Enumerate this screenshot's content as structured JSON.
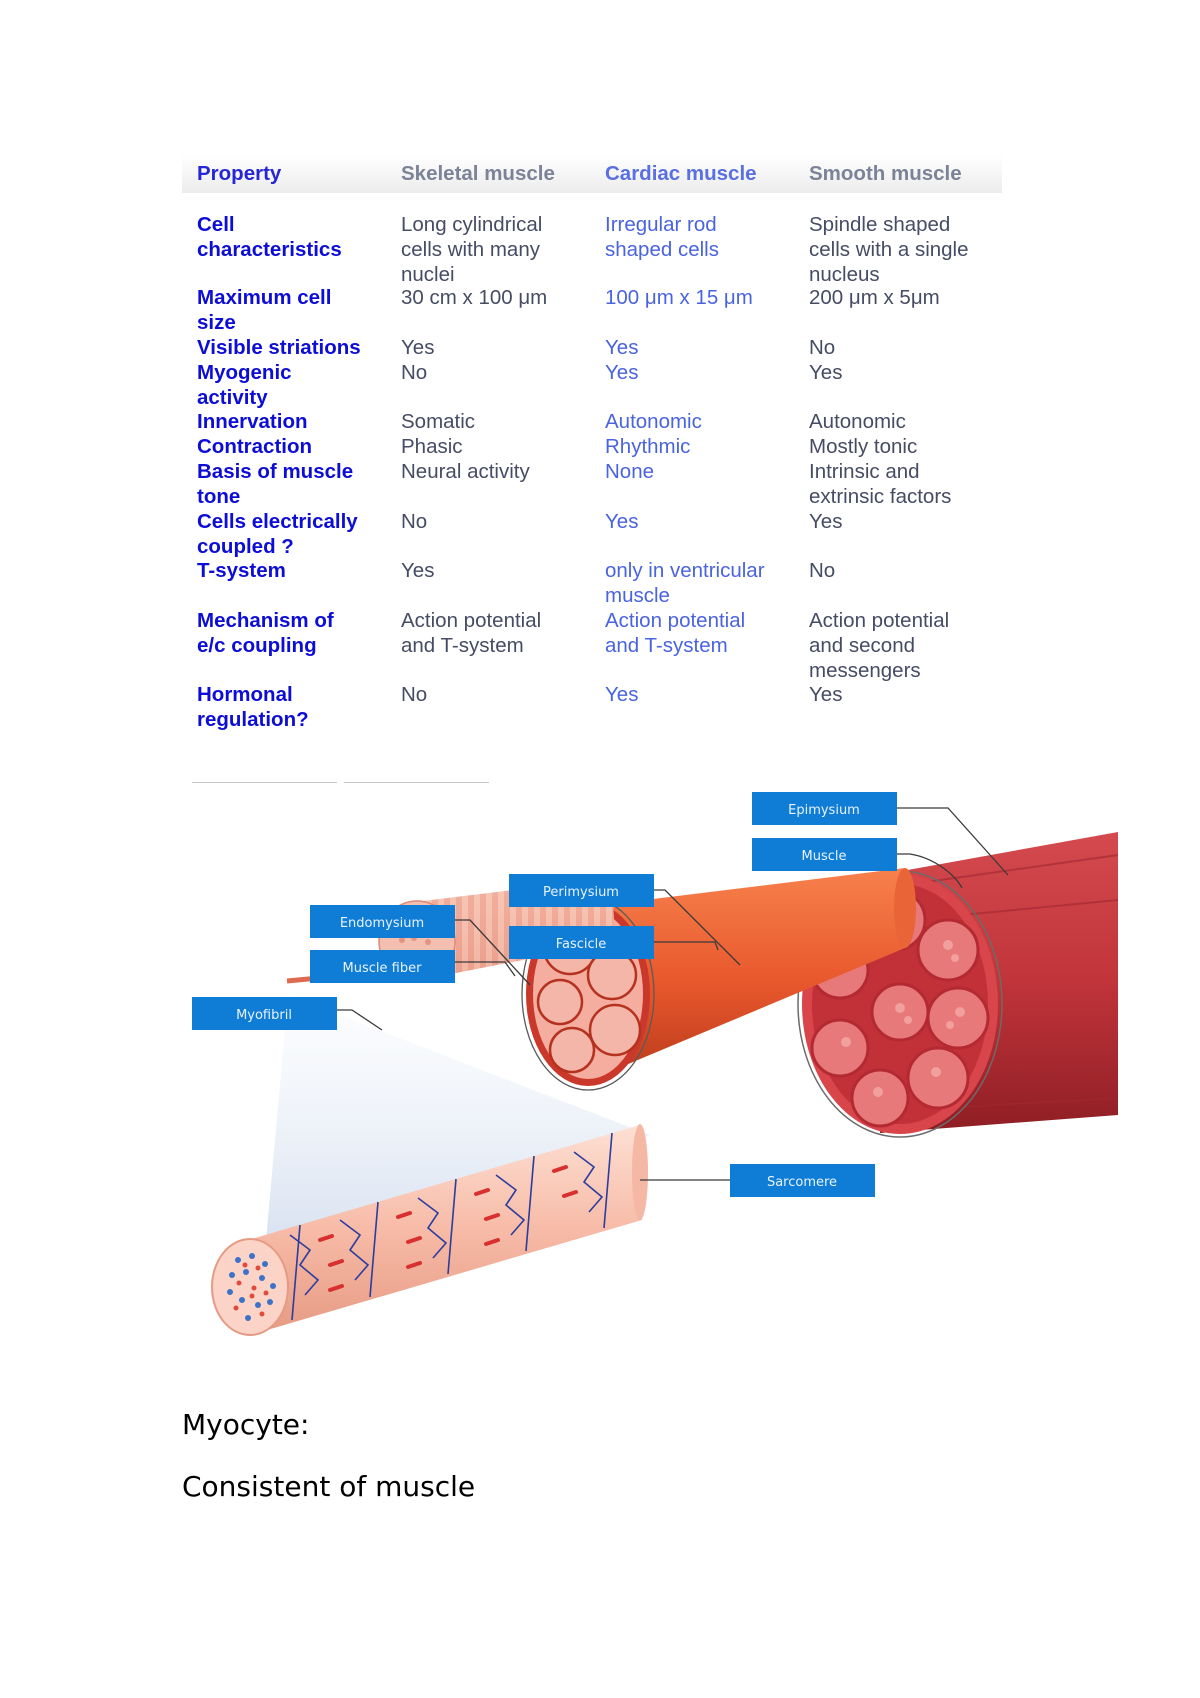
{
  "table": {
    "headers": [
      "Property",
      "Skeletal muscle",
      "Cardiac muscle",
      "Smooth muscle"
    ],
    "rows": [
      {
        "property": "Cell\ncharacteristics",
        "skeletal": "Long cylindrical\ncells with many\nnuclei",
        "cardiac": "Irregular rod\nshaped cells",
        "smooth": "Spindle shaped\ncells with a single\nnucleus"
      },
      {
        "property": "Maximum cell\nsize",
        "skeletal": "30 cm x 100 μm",
        "cardiac": "100 μm x 15 μm",
        "smooth": "200 μm x 5μm"
      },
      {
        "property": "Visible striations",
        "skeletal": "Yes",
        "cardiac": "Yes",
        "smooth": "No"
      },
      {
        "property": "Myogenic\nactivity",
        "skeletal": "No",
        "cardiac": "Yes",
        "smooth": "Yes"
      },
      {
        "property": "Innervation",
        "skeletal": "Somatic",
        "cardiac": "Autonomic",
        "smooth": "Autonomic"
      },
      {
        "property": "Contraction",
        "skeletal": "Phasic",
        "cardiac": "Rhythmic",
        "smooth": "Mostly tonic"
      },
      {
        "property": "Basis of muscle\ntone",
        "skeletal": "Neural activity",
        "cardiac": "None",
        "smooth": "Intrinsic and\nextrinsic factors"
      },
      {
        "property": "Cells electrically\ncoupled ?",
        "skeletal": "No",
        "cardiac": "Yes",
        "smooth": "Yes"
      },
      {
        "property": "T-system",
        "skeletal": "Yes",
        "cardiac": "only in ventricular\nmuscle",
        "smooth": "No"
      },
      {
        "property": "Mechanism of\ne/c coupling",
        "skeletal": "Action potential\nand T-system",
        "cardiac": "Action potential\nand T-system",
        "smooth": "Action potential\nand second\nmessengers"
      },
      {
        "property": "Hormonal\nregulation?",
        "skeletal": "No",
        "cardiac": "Yes",
        "smooth": "Yes"
      }
    ]
  },
  "diagram": {
    "labels": {
      "epimysium": "Epimysium",
      "muscle": "Muscle",
      "perimysium": "Perimysium",
      "fascicle": "Fascicle",
      "endomysium": "Endomysium",
      "muscle_fiber": "Muscle fiber",
      "myofibril": "Myofibril",
      "sarcomere": "Sarcomere"
    },
    "colors": {
      "label_box": "#0f7cd6",
      "muscle_red": "#c8383e",
      "fascicle_orange": "#ec6a36",
      "fiber_pink": "#f5b3a3"
    }
  },
  "text": {
    "line1": "Myocyte:",
    "line2": "Consistent of muscle"
  }
}
